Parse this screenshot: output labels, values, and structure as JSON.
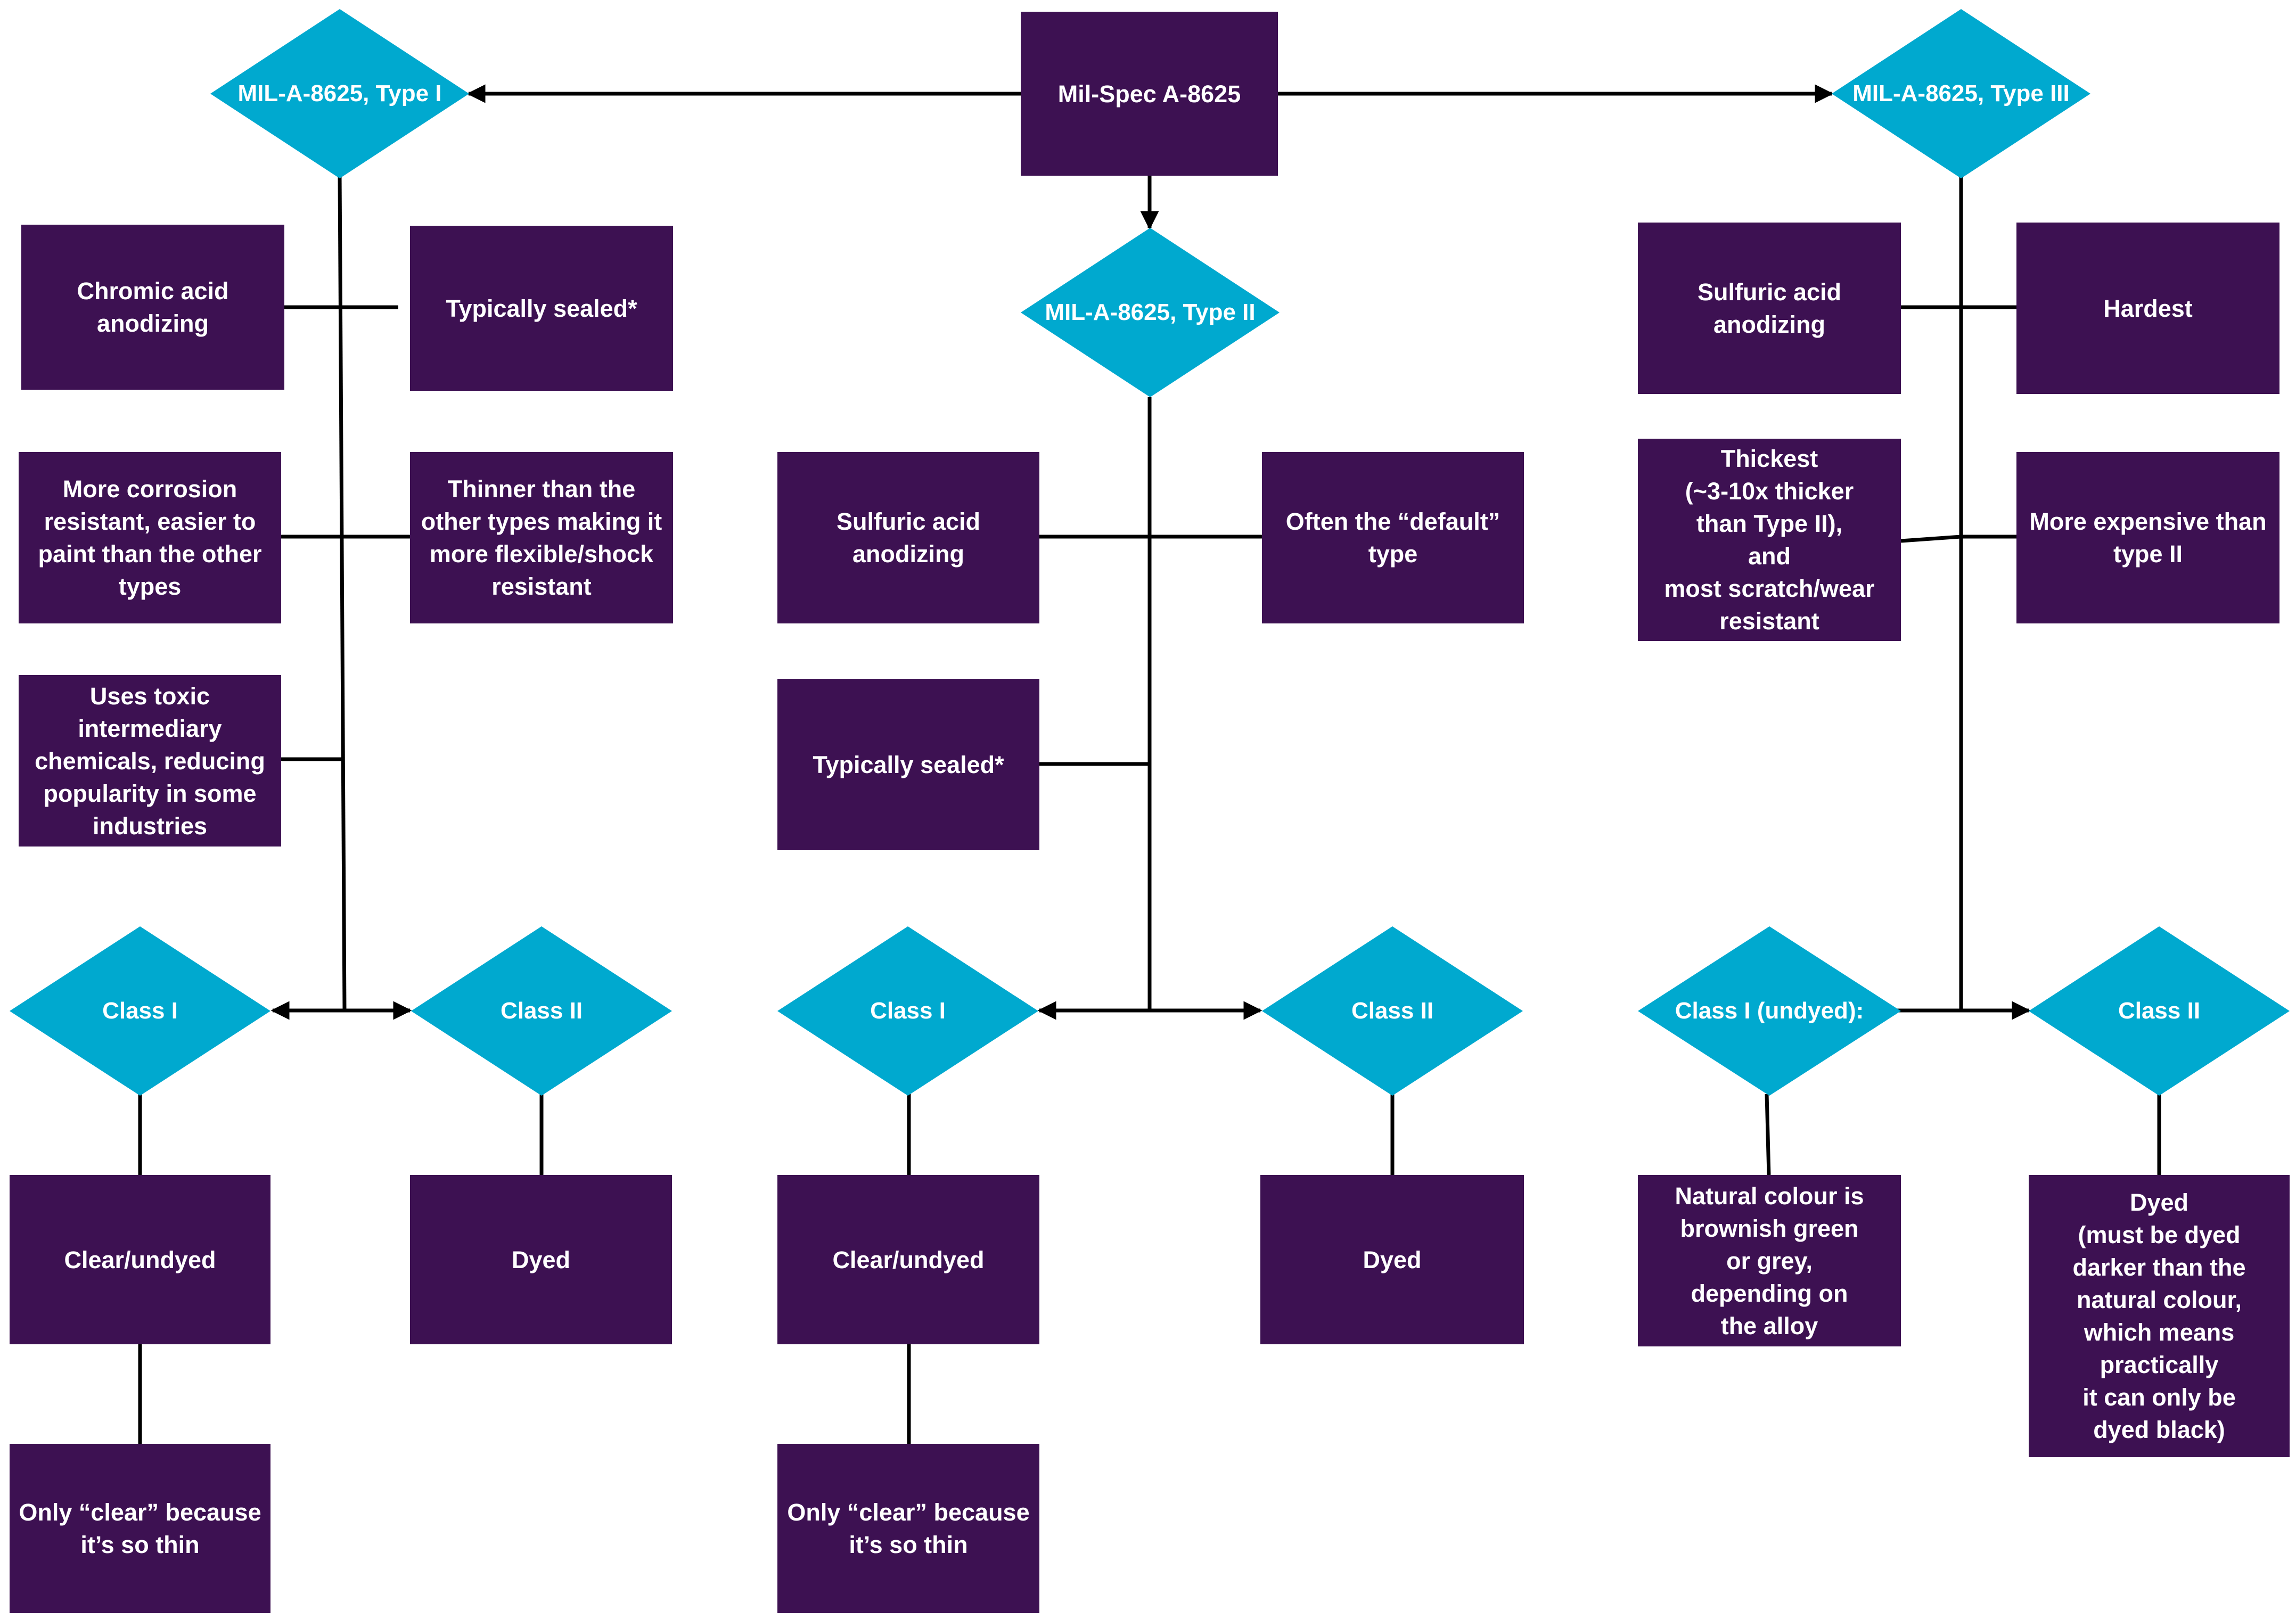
{
  "colors": {
    "box": "#3d1152",
    "diamond": "#00a9cf",
    "line": "#000000",
    "text": "#ffffff"
  },
  "root": "Mil-Spec A-8625",
  "type1": {
    "diamond": "MIL-A-8625, Type I",
    "features": [
      "Chromic acid\nanodizing",
      "Typically sealed*",
      "More corrosion\nresistant, easier to\npaint than the other\ntypes",
      "Thinner than the\nother types making it\nmore flexible/shock\nresistant",
      "Uses toxic\nintermediary\nchemicals, reducing\npopularity in some\nindustries"
    ],
    "class1": {
      "diamond": "Class I",
      "box": "Clear/undyed",
      "note": "Only “clear” because\nit’s so thin"
    },
    "class2": {
      "diamond": "Class II",
      "box": "Dyed"
    }
  },
  "type2": {
    "diamond": "MIL-A-8625, Type II",
    "features": [
      "Sulfuric acid\nanodizing",
      "Often the “default”\ntype",
      "Typically sealed*"
    ],
    "class1": {
      "diamond": "Class I",
      "box": "Clear/undyed",
      "note": "Only “clear” because\nit’s so thin"
    },
    "class2": {
      "diamond": "Class II",
      "box": "Dyed"
    }
  },
  "type3": {
    "diamond": "MIL-A-8625, Type III",
    "features": [
      "Sulfuric acid\nanodizing",
      "Hardest",
      "Thickest\n(~3-10x thicker\nthan Type II),\nand\nmost scratch/wear\nresistant",
      "More expensive than\ntype II"
    ],
    "class1": {
      "diamond": "Class I (undyed):",
      "box": "Natural colour is\nbrownish green\nor grey,\ndepending on\nthe alloy"
    },
    "class2": {
      "diamond": "Class II",
      "box": "Dyed\n(must be dyed\ndarker than the\nnatural colour,\nwhich means\npractically\nit can only be\ndyed black)"
    }
  }
}
